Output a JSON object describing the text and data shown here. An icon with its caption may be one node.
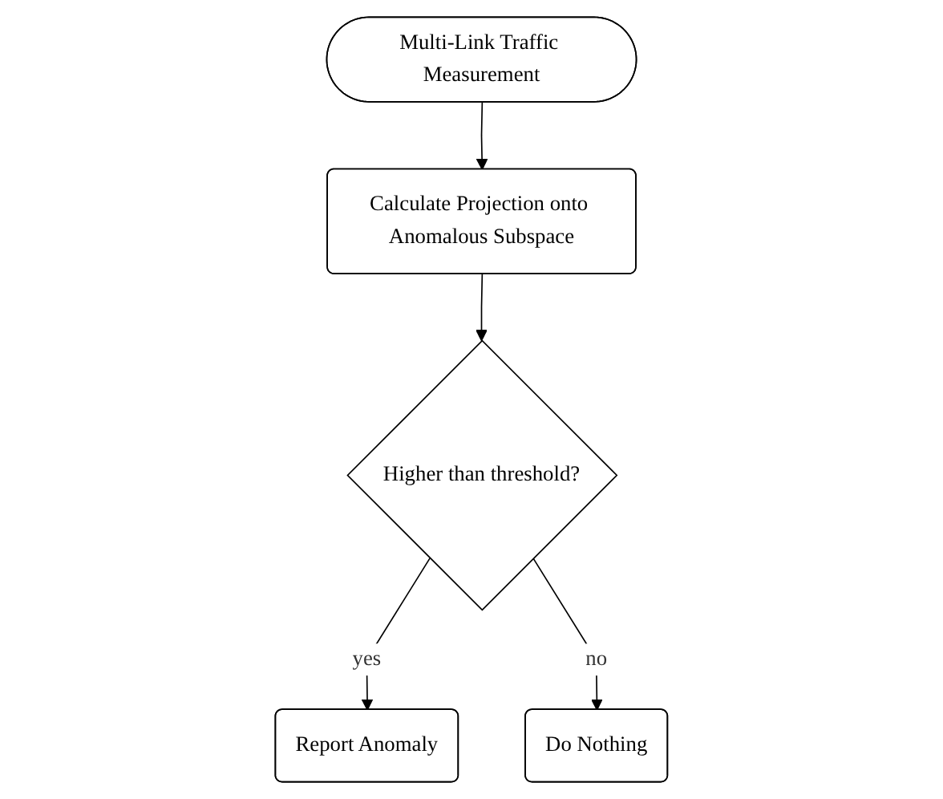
{
  "diagram": {
    "nodes": [
      {
        "text": [
          "Multi-Link Traffic Measurement"
        ]
      },
      {
        "text": [
          "Calculate Projection onto Anomalous Subspace"
        ]
      },
      {
        "text": [
          "Higher than threshold?"
        ]
      },
      {
        "text": [
          "Report Anomaly"
        ]
      },
      {
        "text": [
          "Do Nothing"
        ]
      }
    ],
    "edges": [
      {
        "from": 0,
        "to": 1,
        "arrow": "to"
      },
      {
        "from": 1,
        "to": 2,
        "arrow": "to"
      },
      {
        "from": 2,
        "to": 3,
        "arrow": "to",
        "label": "yes"
      },
      {
        "from": 2,
        "to": 4,
        "arrow": "to",
        "label": "no"
      }
    ]
  }
}
